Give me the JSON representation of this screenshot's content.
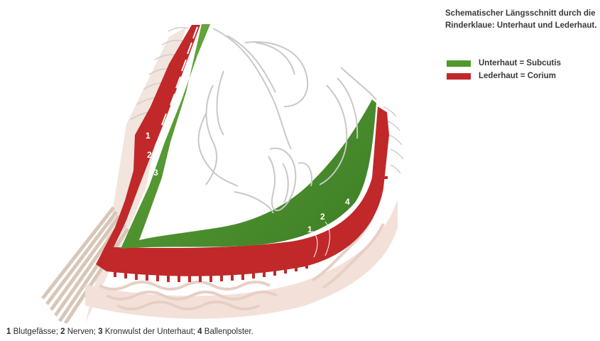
{
  "legend": {
    "title": "Schematischer Längsschnitt durch die Rinderklaue: Unterhaut und Lederhaut.",
    "items": [
      {
        "label": "Unterhaut = Subcutis",
        "color": "#4f9a2e"
      },
      {
        "label": "Lederhaut = Corium",
        "color": "#c0282a"
      }
    ]
  },
  "diagram": {
    "labels": [
      "1",
      "2",
      "3",
      "1",
      "2",
      "4"
    ]
  },
  "caption": [
    {
      "num": "1",
      "text": " Blutgefässe; "
    },
    {
      "num": "2",
      "text": " Nerven; "
    },
    {
      "num": "3",
      "text": " Kronwulst der Unterhaut; "
    },
    {
      "num": "4",
      "text": " Ballenpolster."
    }
  ]
}
